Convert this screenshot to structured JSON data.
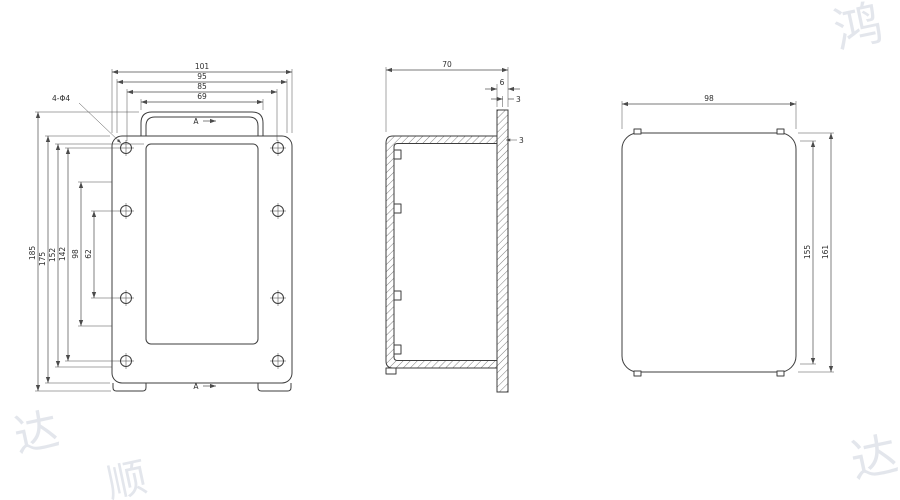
{
  "drawing": {
    "kind": "enclosure-three-view-technical-drawing",
    "views": {
      "front": {
        "dims_top": [
          "101",
          "95",
          "85",
          "69"
        ],
        "dims_left": [
          "185",
          "175",
          "152",
          "142",
          "98",
          "62"
        ],
        "hole_callout": "4-Φ4",
        "section_mark_top": "A",
        "section_mark_bottom": "A"
      },
      "section": {
        "dim_depth": "70",
        "dim_lid": "6",
        "dim_plate": "3",
        "dim_wall": "3"
      },
      "rear": {
        "dim_width": "98",
        "dim_height_inner": "155",
        "dim_height_outer": "161"
      }
    },
    "watermark": {
      "chars": [
        "鸿",
        "达",
        "顺",
        "达"
      ]
    }
  }
}
